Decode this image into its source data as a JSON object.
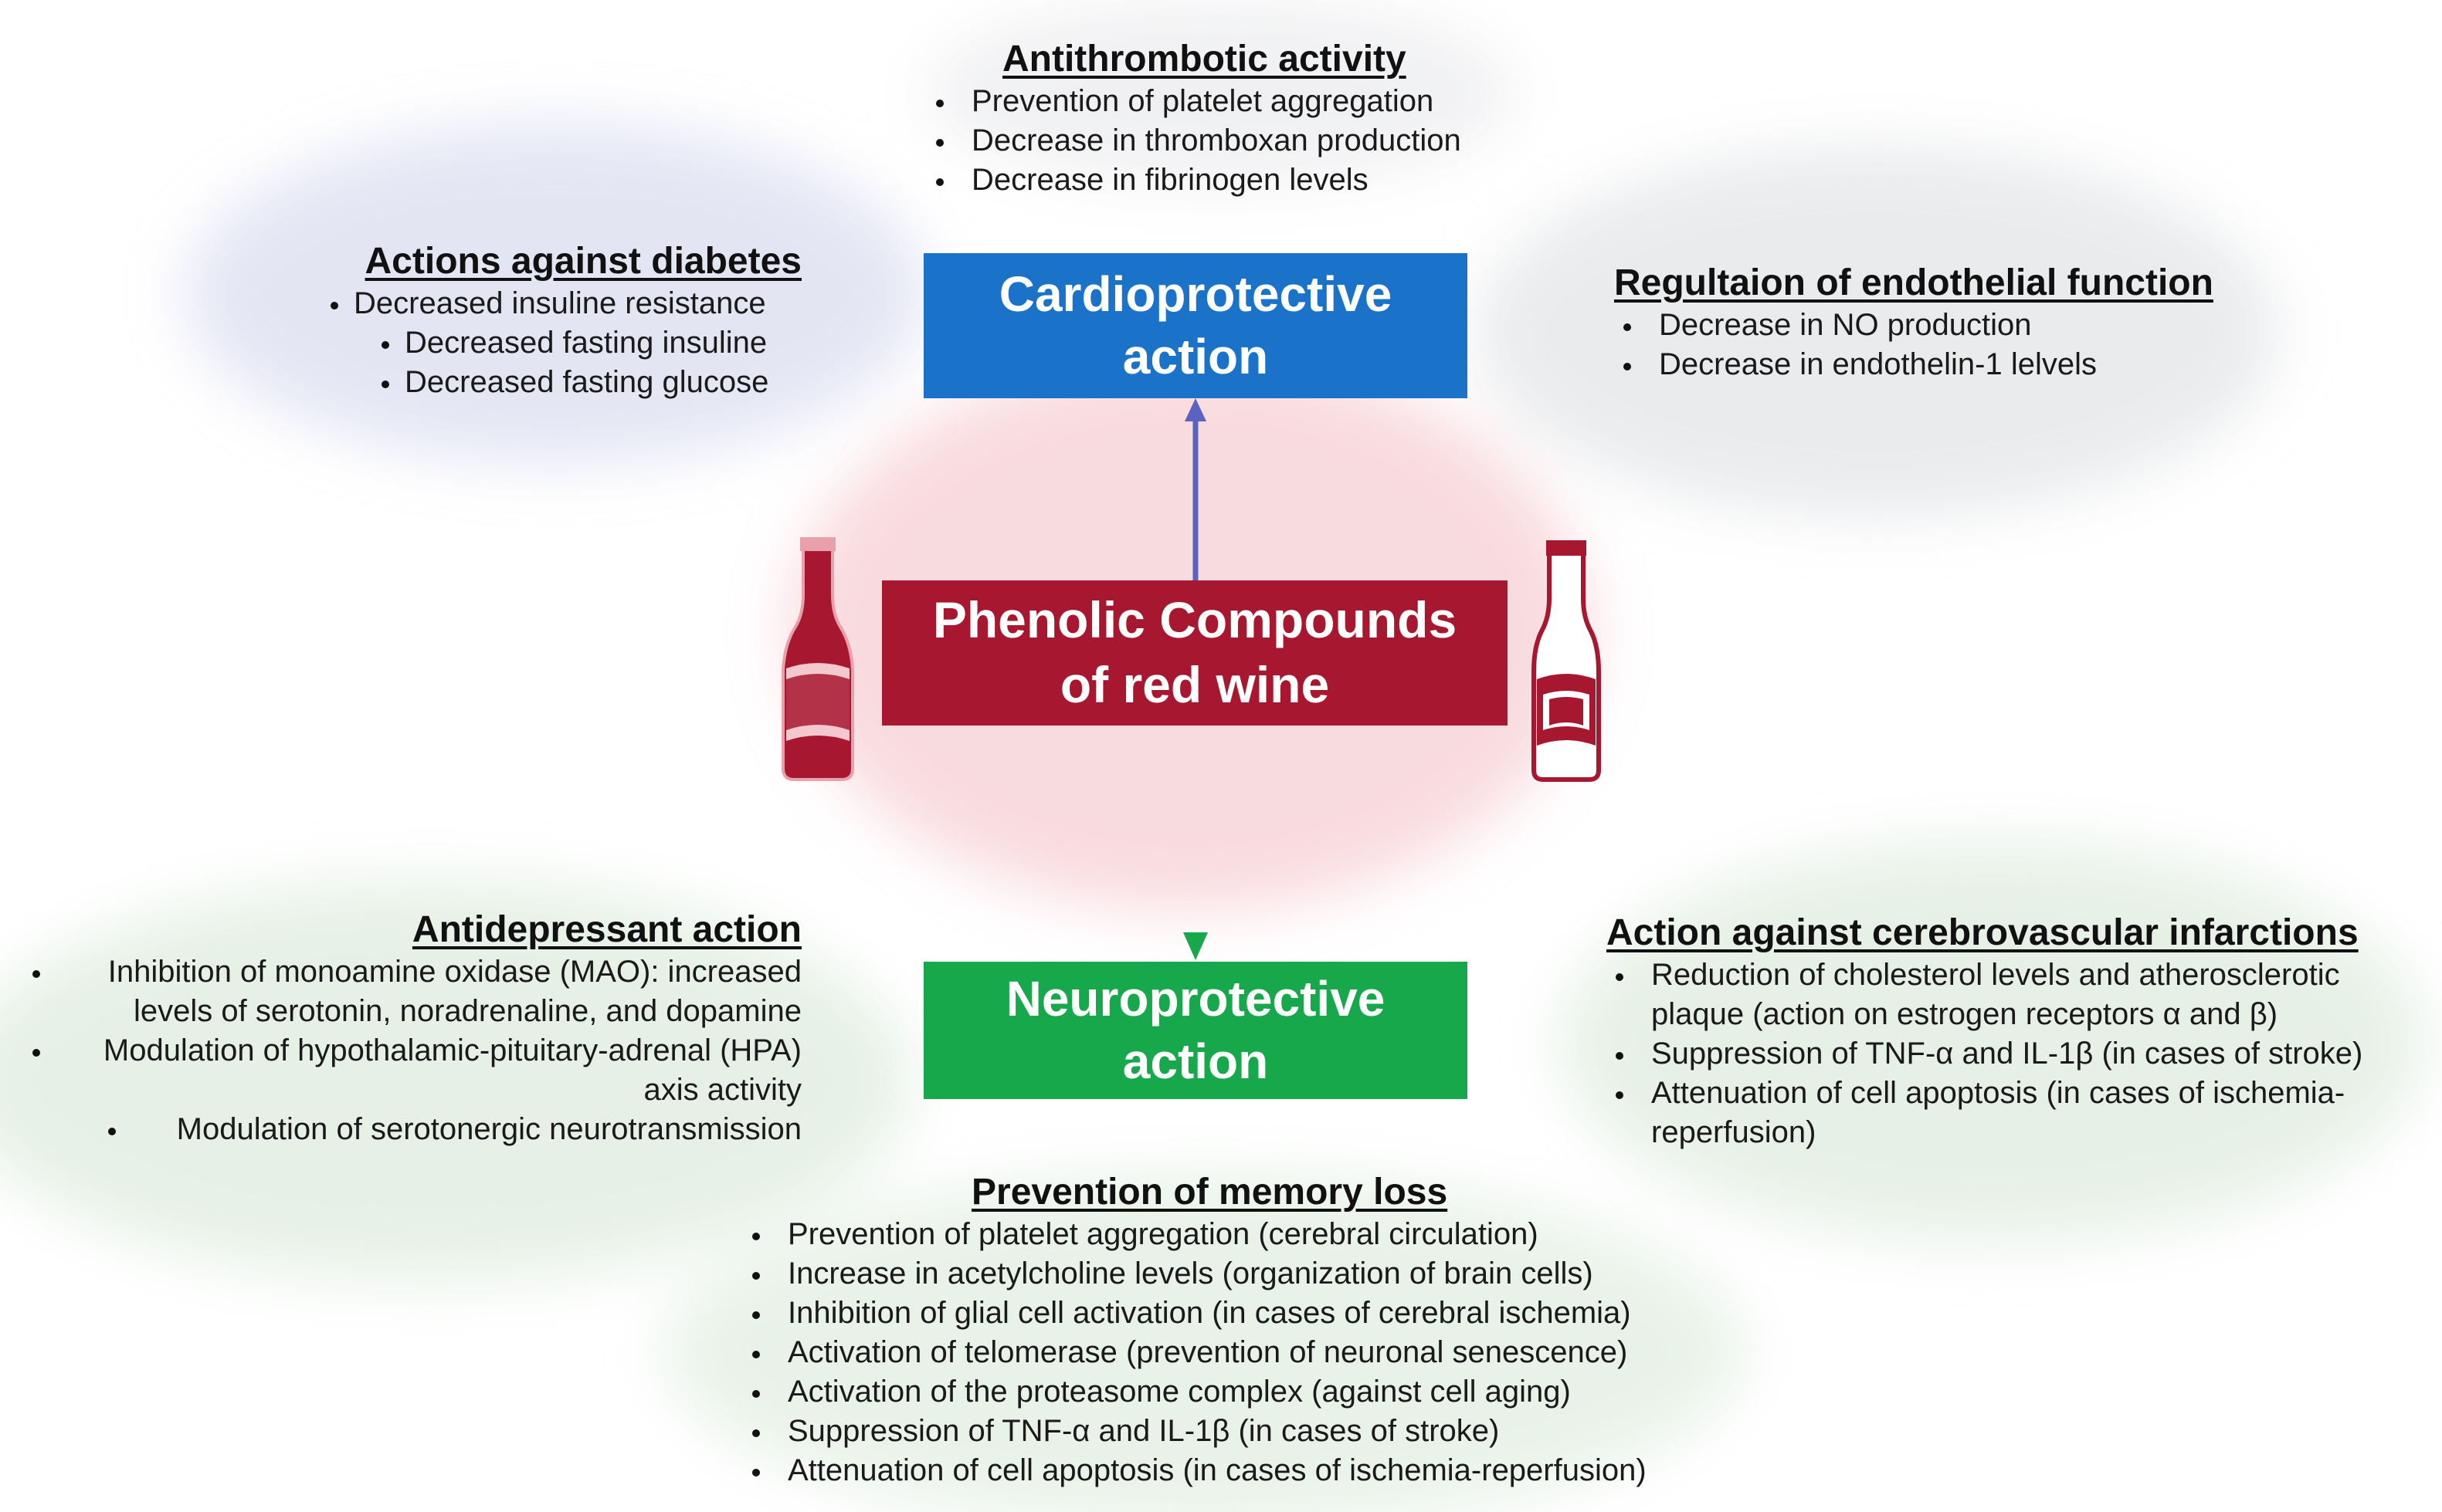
{
  "center": {
    "line1": "Phenolic Compounds",
    "line2": "of red wine",
    "color": "#a71830"
  },
  "cardio": {
    "line1": "Cardioprotective",
    "line2": "action",
    "color": "#1a73c9"
  },
  "neuro": {
    "line1": "Neuroprotective",
    "line2": "action",
    "color": "#17a84b"
  },
  "antithrombotic": {
    "title": "Antithrombotic activity",
    "items": [
      "Prevention of platelet aggregation",
      "Decrease in thromboxan production",
      "Decrease in fibrinogen levels"
    ]
  },
  "diabetes": {
    "title": "Actions against diabetes",
    "items": [
      "Decreased insuline resistance",
      "Decreased fasting insuline",
      "Decreased fasting glucose"
    ]
  },
  "endothelial": {
    "title": "Regultaion of endothelial function",
    "items": [
      "Decrease in NO production",
      "Decrease in endothelin-1 lelvels"
    ]
  },
  "antidepressant": {
    "title": "Antidepressant action",
    "items": [
      "Inhibition of monoamine oxidase (MAO): increased levels of serotonin, noradrenaline, and dopamine",
      "Modulation of hypothalamic-pituitary-adrenal (HPA) axis activity",
      "Modulation of serotonergic neurotransmission"
    ]
  },
  "cerebrovascular": {
    "title": "Action against cerebrovascular infarctions",
    "items": [
      "Reduction of cholesterol levels and atherosclerotic plaque (action on estrogen receptors α and β)",
      "Suppression of TNF-α and IL-1β (in cases of stroke)",
      "Attenuation of cell apoptosis (in cases of ischemia-reperfusion)"
    ]
  },
  "memory": {
    "title": "Prevention of memory loss",
    "items": [
      "Prevention of platelet aggregation (cerebral circulation)",
      "Increase in acetylcholine levels (organization of brain cells)",
      "Inhibition of glial cell activation (in cases of cerebral ischemia)",
      "Activation of telomerase (prevention of neuronal senescence)",
      "Activation of the proteasome complex (against cell aging)",
      "Suppression of TNF-α and IL-1β (in cases of stroke)",
      "Attenuation of cell apoptosis (in cases of ischemia-reperfusion)"
    ]
  },
  "colors": {
    "wine": "#a71830",
    "blue_arrow": "#5a63c0",
    "green_arrow": "#17a84b"
  }
}
